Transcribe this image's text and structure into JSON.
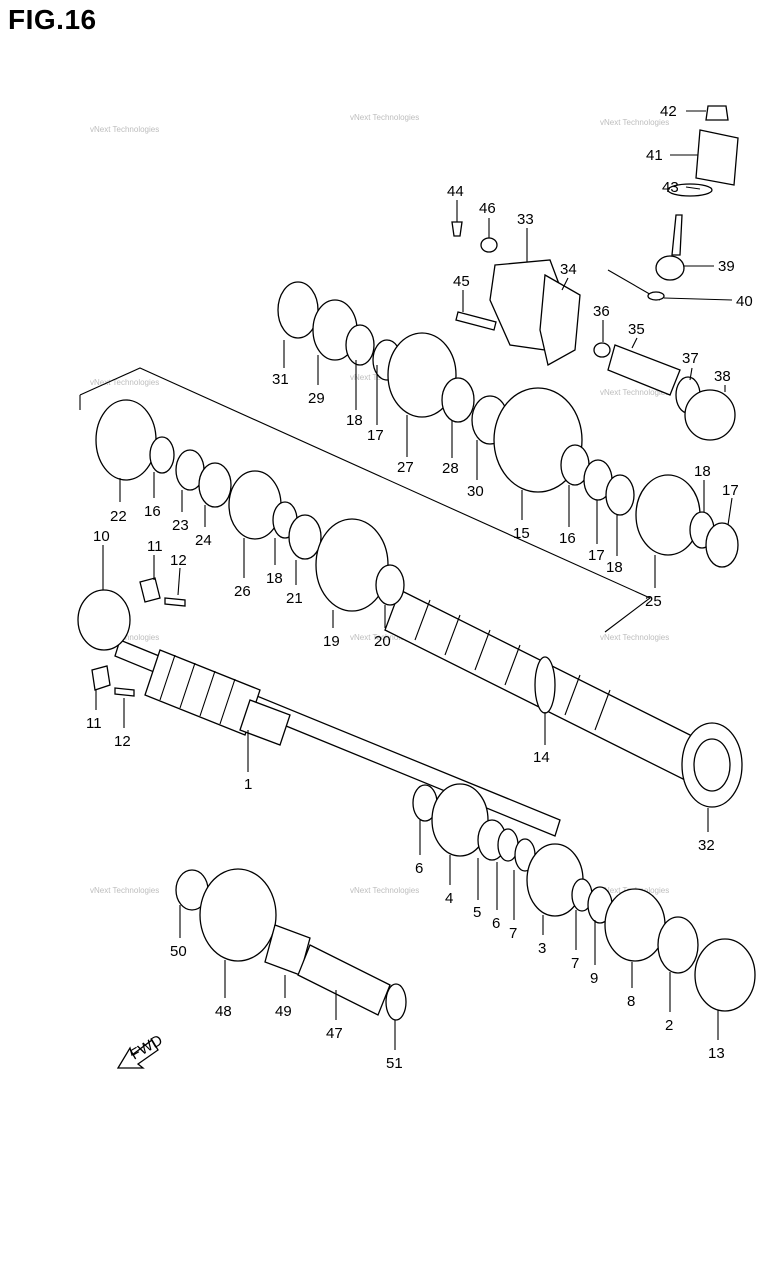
{
  "figure": {
    "title": "FIG.16"
  },
  "watermark": "vNext Technologies",
  "fwd_label": "FWD",
  "callouts": [
    "42",
    "41",
    "43",
    "44",
    "46",
    "33",
    "34",
    "39",
    "40",
    "45",
    "36",
    "35",
    "37",
    "38",
    "31",
    "29",
    "18",
    "17",
    "27",
    "28",
    "30",
    "15",
    "16",
    "17",
    "18",
    "18",
    "17",
    "22",
    "16",
    "23",
    "24",
    "26",
    "18",
    "21",
    "25",
    "10",
    "11",
    "12",
    "19",
    "20",
    "11",
    "12",
    "1",
    "14",
    "32",
    "6",
    "4",
    "5",
    "6",
    "7",
    "3",
    "7",
    "9",
    "8",
    "2",
    "13",
    "50",
    "48",
    "49",
    "47",
    "51"
  ]
}
